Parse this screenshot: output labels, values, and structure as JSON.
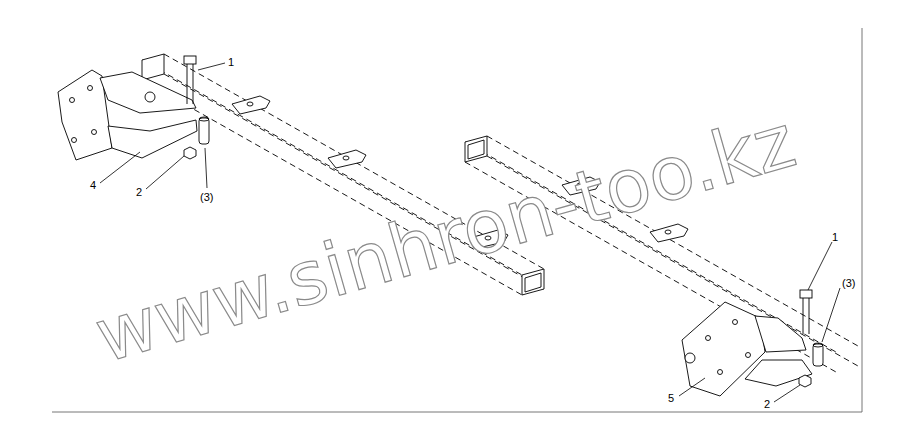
{
  "diagram": {
    "labels": [
      "1",
      "(3)",
      "4",
      "2",
      "1",
      "(3)",
      "5",
      "2",
      "www.sinhron-too.kz"
    ]
  }
}
